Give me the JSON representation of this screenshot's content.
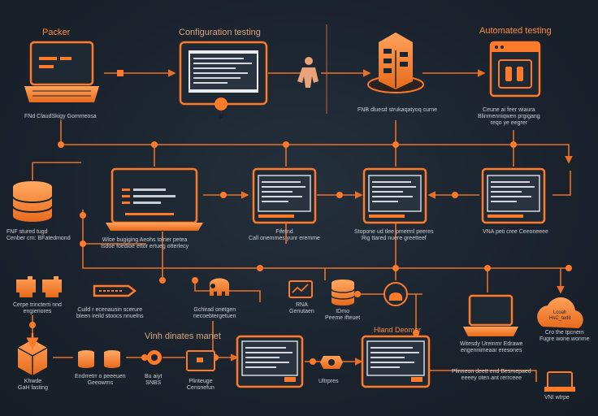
{
  "colors": {
    "background": "#1b2530",
    "accent": "#ff7a2a",
    "accent_light": "#ffa25a",
    "panel": "#1e2933",
    "text": "#c9ced4"
  },
  "titles": {
    "packer": "Packer",
    "config": "Configuration testing",
    "automated": "Automated testing",
    "vm_center": "Vinh dinates manet",
    "right_mid": "Hland Deomer"
  },
  "labels": {
    "packer_caption": "FNd ClaudSkigy Gommeosa",
    "vault_caption": "FNB dluesd strukaqatyoq curne",
    "auto_caption": "Ceune ai feer wiaura\nBlinmenniqwen prgigang\nreqo ye eegrer",
    "db_caption": "FNF stured tugd\nCenber crn: BFatedmond",
    "build_caption": "Wloe bugiging Aeohs tolrier petea\nIsdoe foedioe ettor ertueg otterlecy",
    "mid_node_caption": "Fifetnd\nCall onemmes yunr eremme",
    "right_node_caption": "Stopone ud tlee pmerml peeres\nRig ttared nuere greetteef",
    "far_right_caption": "VNA peti cree Ceeoneeee",
    "people_caption": "Cerpe trincterri nnd\nengienores",
    "arrow_caption": "Cuild r ecenaunin scerure\nbleen ireild stoocs nnuelns",
    "elephant_caption": "Gchirad onetgen\nnecoebtergetuen",
    "doc_caption": "RNA\nGenutaen",
    "db2_caption": "IDmo\nPeeme ifteuet",
    "laptop2_caption": "Witesdy Ureinmr Edrawe\nengennimeaar eresones",
    "cloud_caption": "Cro the tpcnem\nFugre wone wonme",
    "box_caption": "Khwde\nGaH fasting",
    "cylinders_caption": "Endrretrr o peeeuen\nGeeowms",
    "tool_caption": "Bu aiyt\nSNBS",
    "monitor_caption": "Plinteuge\nCensnefun",
    "ultra_caption": "Ultrpres",
    "line_note": "Plinneon deett end Besmepaed\neeeey oten ant rerrceee",
    "vm_right_caption": "VNI wtrpe",
    "cloud_text": "Lcoah\nHsC_tedit"
  },
  "icons": [
    "laptop-icon",
    "monitor-icon",
    "worker-icon",
    "server-tower-icon",
    "app-window-icon",
    "database-icon",
    "location-pin-icon",
    "people-icon",
    "arrow-banner-icon",
    "elephant-icon",
    "document-icon",
    "bug-icon",
    "cloud-icon",
    "package-icon",
    "wrench-icon",
    "vm-icon"
  ]
}
